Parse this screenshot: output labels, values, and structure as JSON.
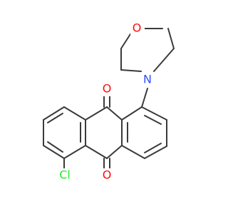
{
  "colors": {
    "bond": "#3a3a3a",
    "oxygen": "#ff0d0d",
    "nitrogen": "#3050f8",
    "chlorine": "#1ff01f"
  },
  "atoms": {
    "morpholine_oxygen": "O",
    "morpholine_nitrogen": "N",
    "carbonyl_oxygen_top": "O",
    "carbonyl_oxygen_bottom": "O",
    "chlorine": "Cl"
  }
}
